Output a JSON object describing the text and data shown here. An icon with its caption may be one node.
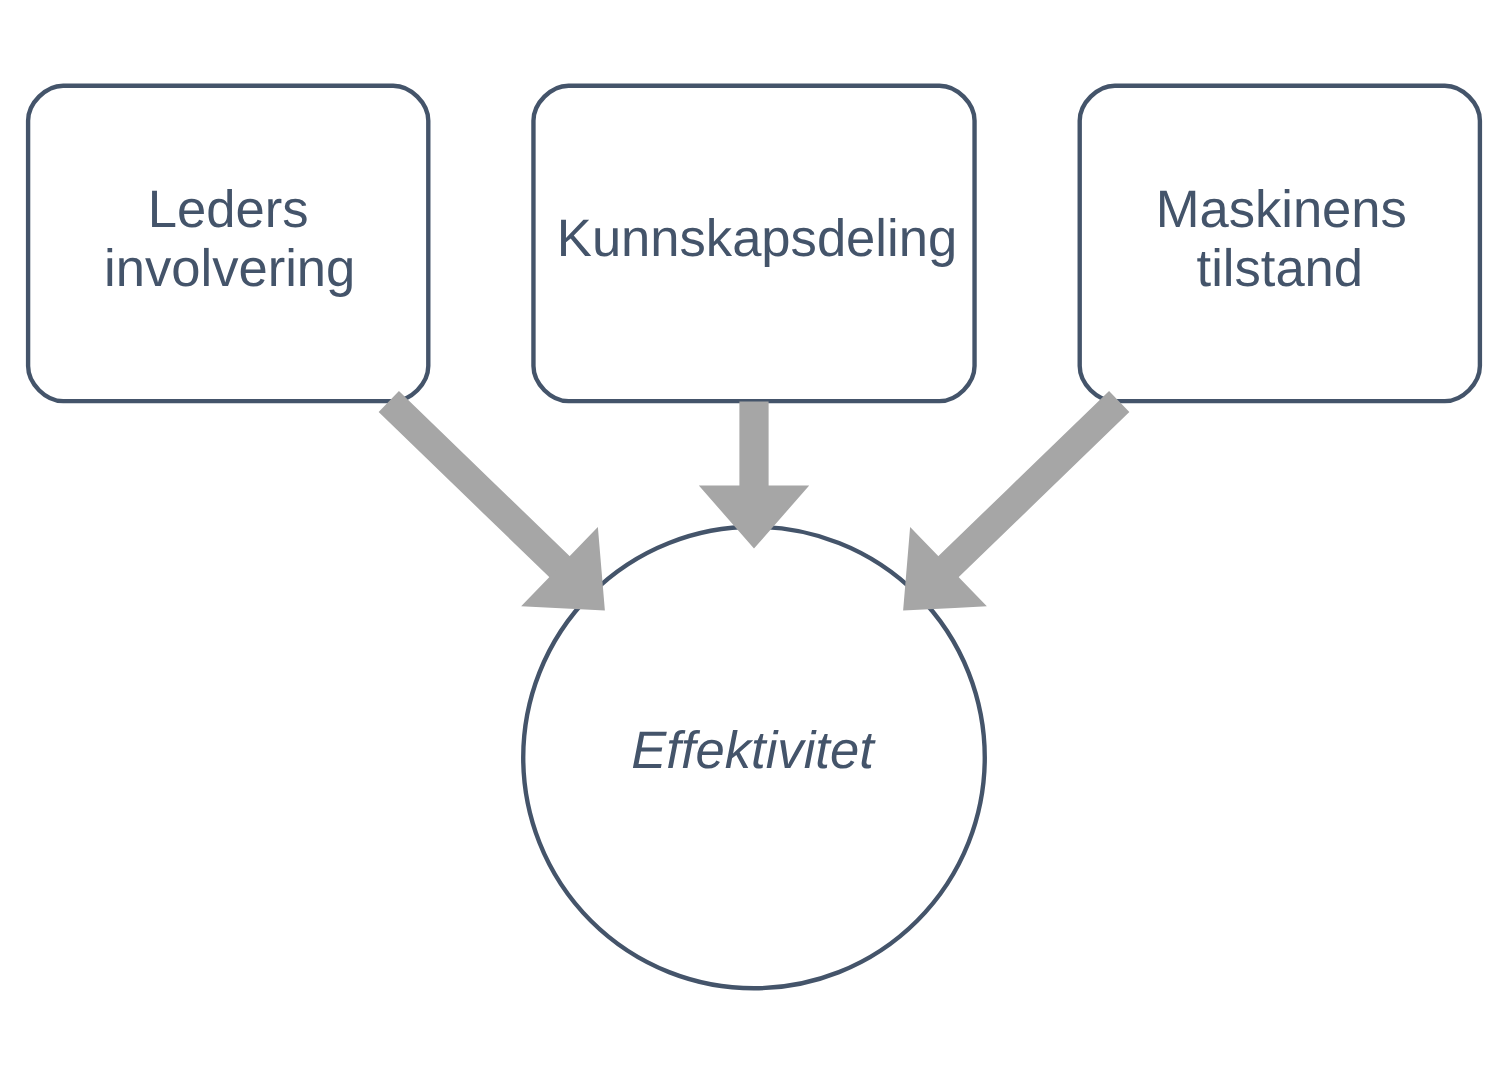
{
  "diagram": {
    "nodes": [
      {
        "text": [
          "Kunnskapsdeling"
        ]
      },
      {
        "text": [
          "Leders involvering"
        ]
      },
      {
        "text": [
          "Maskinens tilstand"
        ]
      },
      {
        "text": [
          "Effektivitet"
        ]
      }
    ],
    "edges": [
      {
        "from": 0,
        "to": 3,
        "arrow": "to"
      },
      {
        "from": 1,
        "to": 3,
        "arrow": "to"
      },
      {
        "from": 2,
        "to": 3,
        "arrow": "to"
      }
    ]
  }
}
